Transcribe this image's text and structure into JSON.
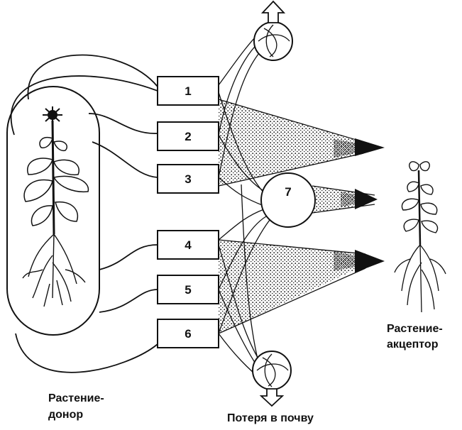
{
  "labels": {
    "donor": [
      "Растение-",
      "донор"
    ],
    "acceptor": [
      "Растение-",
      "акцептор"
    ],
    "soil_loss": "Потеря в почву"
  },
  "boxes": [
    "1",
    "2",
    "3",
    "4",
    "5",
    "6"
  ],
  "circle_label": "7"
}
